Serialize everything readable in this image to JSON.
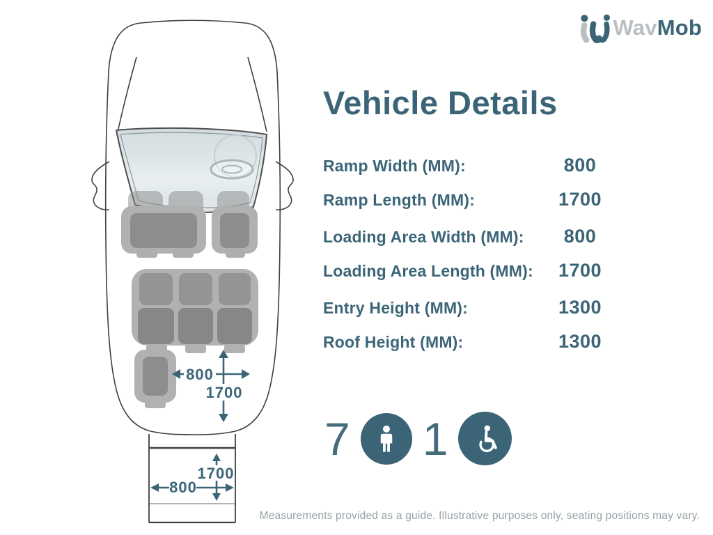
{
  "brand": {
    "name_gray": "Wav",
    "name_teal": "Mob"
  },
  "title": "Vehicle Details",
  "specs": [
    {
      "label": "Ramp Width (MM):",
      "value": "800"
    },
    {
      "label": "Ramp Length (MM):",
      "value": "1700"
    },
    {
      "label": "Loading Area Width (MM):",
      "value": "800"
    },
    {
      "label": "Loading Area Length (MM):",
      "value": "1700"
    },
    {
      "label": "Entry Height (MM):",
      "value": "1300"
    },
    {
      "label": "Roof Height (MM):",
      "value": "1300"
    }
  ],
  "capacity": {
    "passenger_count": "7",
    "wheelchair_count": "1"
  },
  "diagram": {
    "interior": {
      "width_mm": "800",
      "length_mm": "1700"
    },
    "ramp": {
      "width_mm": "800",
      "length_mm": "1700"
    }
  },
  "disclaimer": "Measurements provided as a guide. Illustrative purposes only, seating positions may vary.",
  "colors": {
    "accent_teal": "#3b6577",
    "logo_gray": "#b9bec1",
    "footer_gray": "#97a1a6",
    "outline": "#3f3f3f",
    "windscreen_tint": "#dde5e7",
    "seat_light": "#b1b1b1",
    "seat_dark": "#8d8d8d"
  }
}
